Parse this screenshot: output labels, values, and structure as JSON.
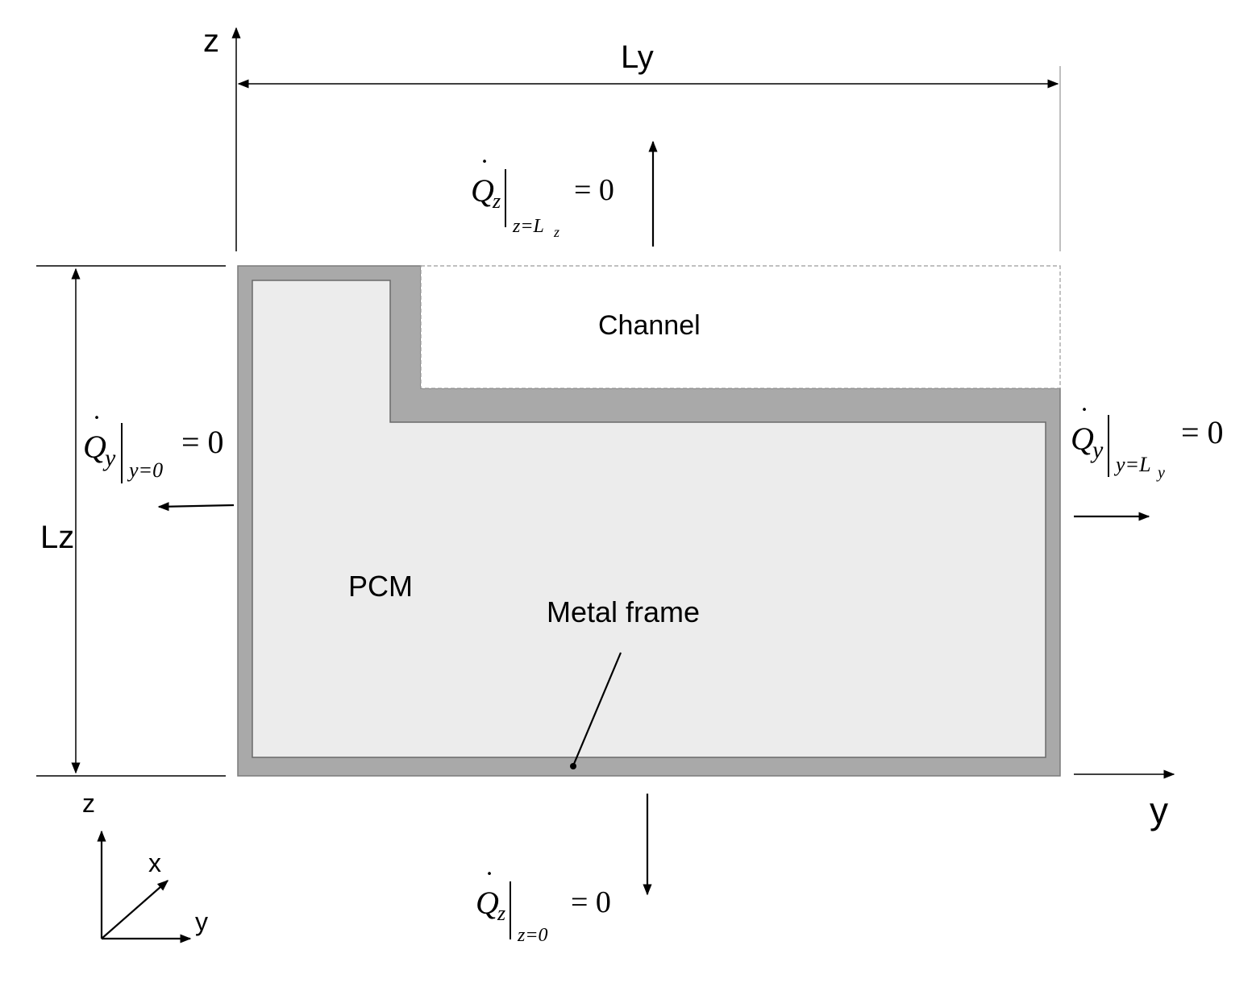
{
  "labels": {
    "ly": "Ly",
    "lz": "Lz",
    "z_axis_top": "z",
    "y_axis_right": "y",
    "channel": "Channel",
    "pcm": "PCM",
    "metal_frame": "Metal frame",
    "triad_z": "z",
    "triad_x": "x",
    "triad_y": "y"
  },
  "boundary_conditions": {
    "top": {
      "q": "Q",
      "sub": "z",
      "cond": "z=L",
      "cond_sub": "z",
      "rhs": "= 0"
    },
    "bottom": {
      "q": "Q",
      "sub": "z",
      "cond": "z=0",
      "rhs": "= 0"
    },
    "left": {
      "q": "Q",
      "sub": "y",
      "cond": "y=0",
      "rhs": "= 0"
    },
    "right": {
      "q": "Q",
      "sub": "y",
      "cond": "y=L",
      "cond_sub": "y",
      "rhs": "= 0"
    }
  },
  "colors": {
    "frame": "#a9a9a9",
    "pcm": "#ececec",
    "line": "#000000"
  }
}
